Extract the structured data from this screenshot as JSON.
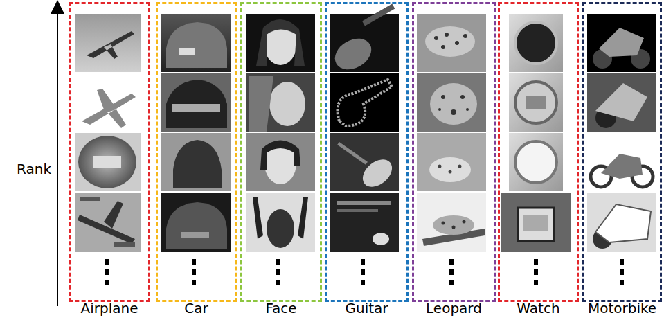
{
  "diagram": {
    "nodes": [
      {
        "text": [
          "Airplane"
        ]
      },
      {
        "text": [
          "Car"
        ]
      },
      {
        "text": [
          "Face"
        ]
      },
      {
        "text": [
          "Guitar"
        ]
      },
      {
        "text": [
          "Leopard"
        ]
      },
      {
        "text": [
          "Watch"
        ]
      },
      {
        "text": [
          "Motorbike"
        ]
      }
    ],
    "labels": [
      "Rank"
    ]
  }
}
